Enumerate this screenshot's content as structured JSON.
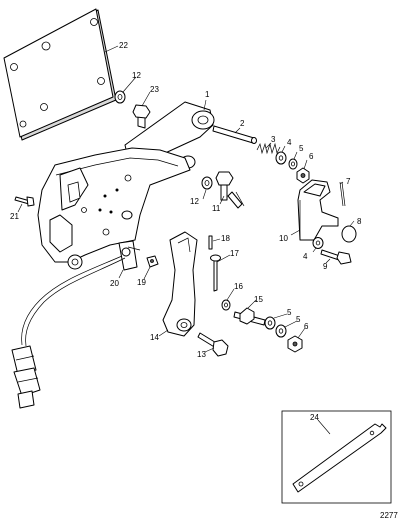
{
  "callouts": [
    "1",
    "2",
    "3",
    "4",
    "5",
    "6",
    "7",
    "8",
    "9",
    "10",
    "11",
    "12",
    "12",
    "13",
    "14",
    "15",
    "16",
    "17",
    "18",
    "19",
    "20",
    "21",
    "22",
    "23",
    "24",
    "4",
    "5",
    "5",
    "6"
  ],
  "figure_number": "2277"
}
